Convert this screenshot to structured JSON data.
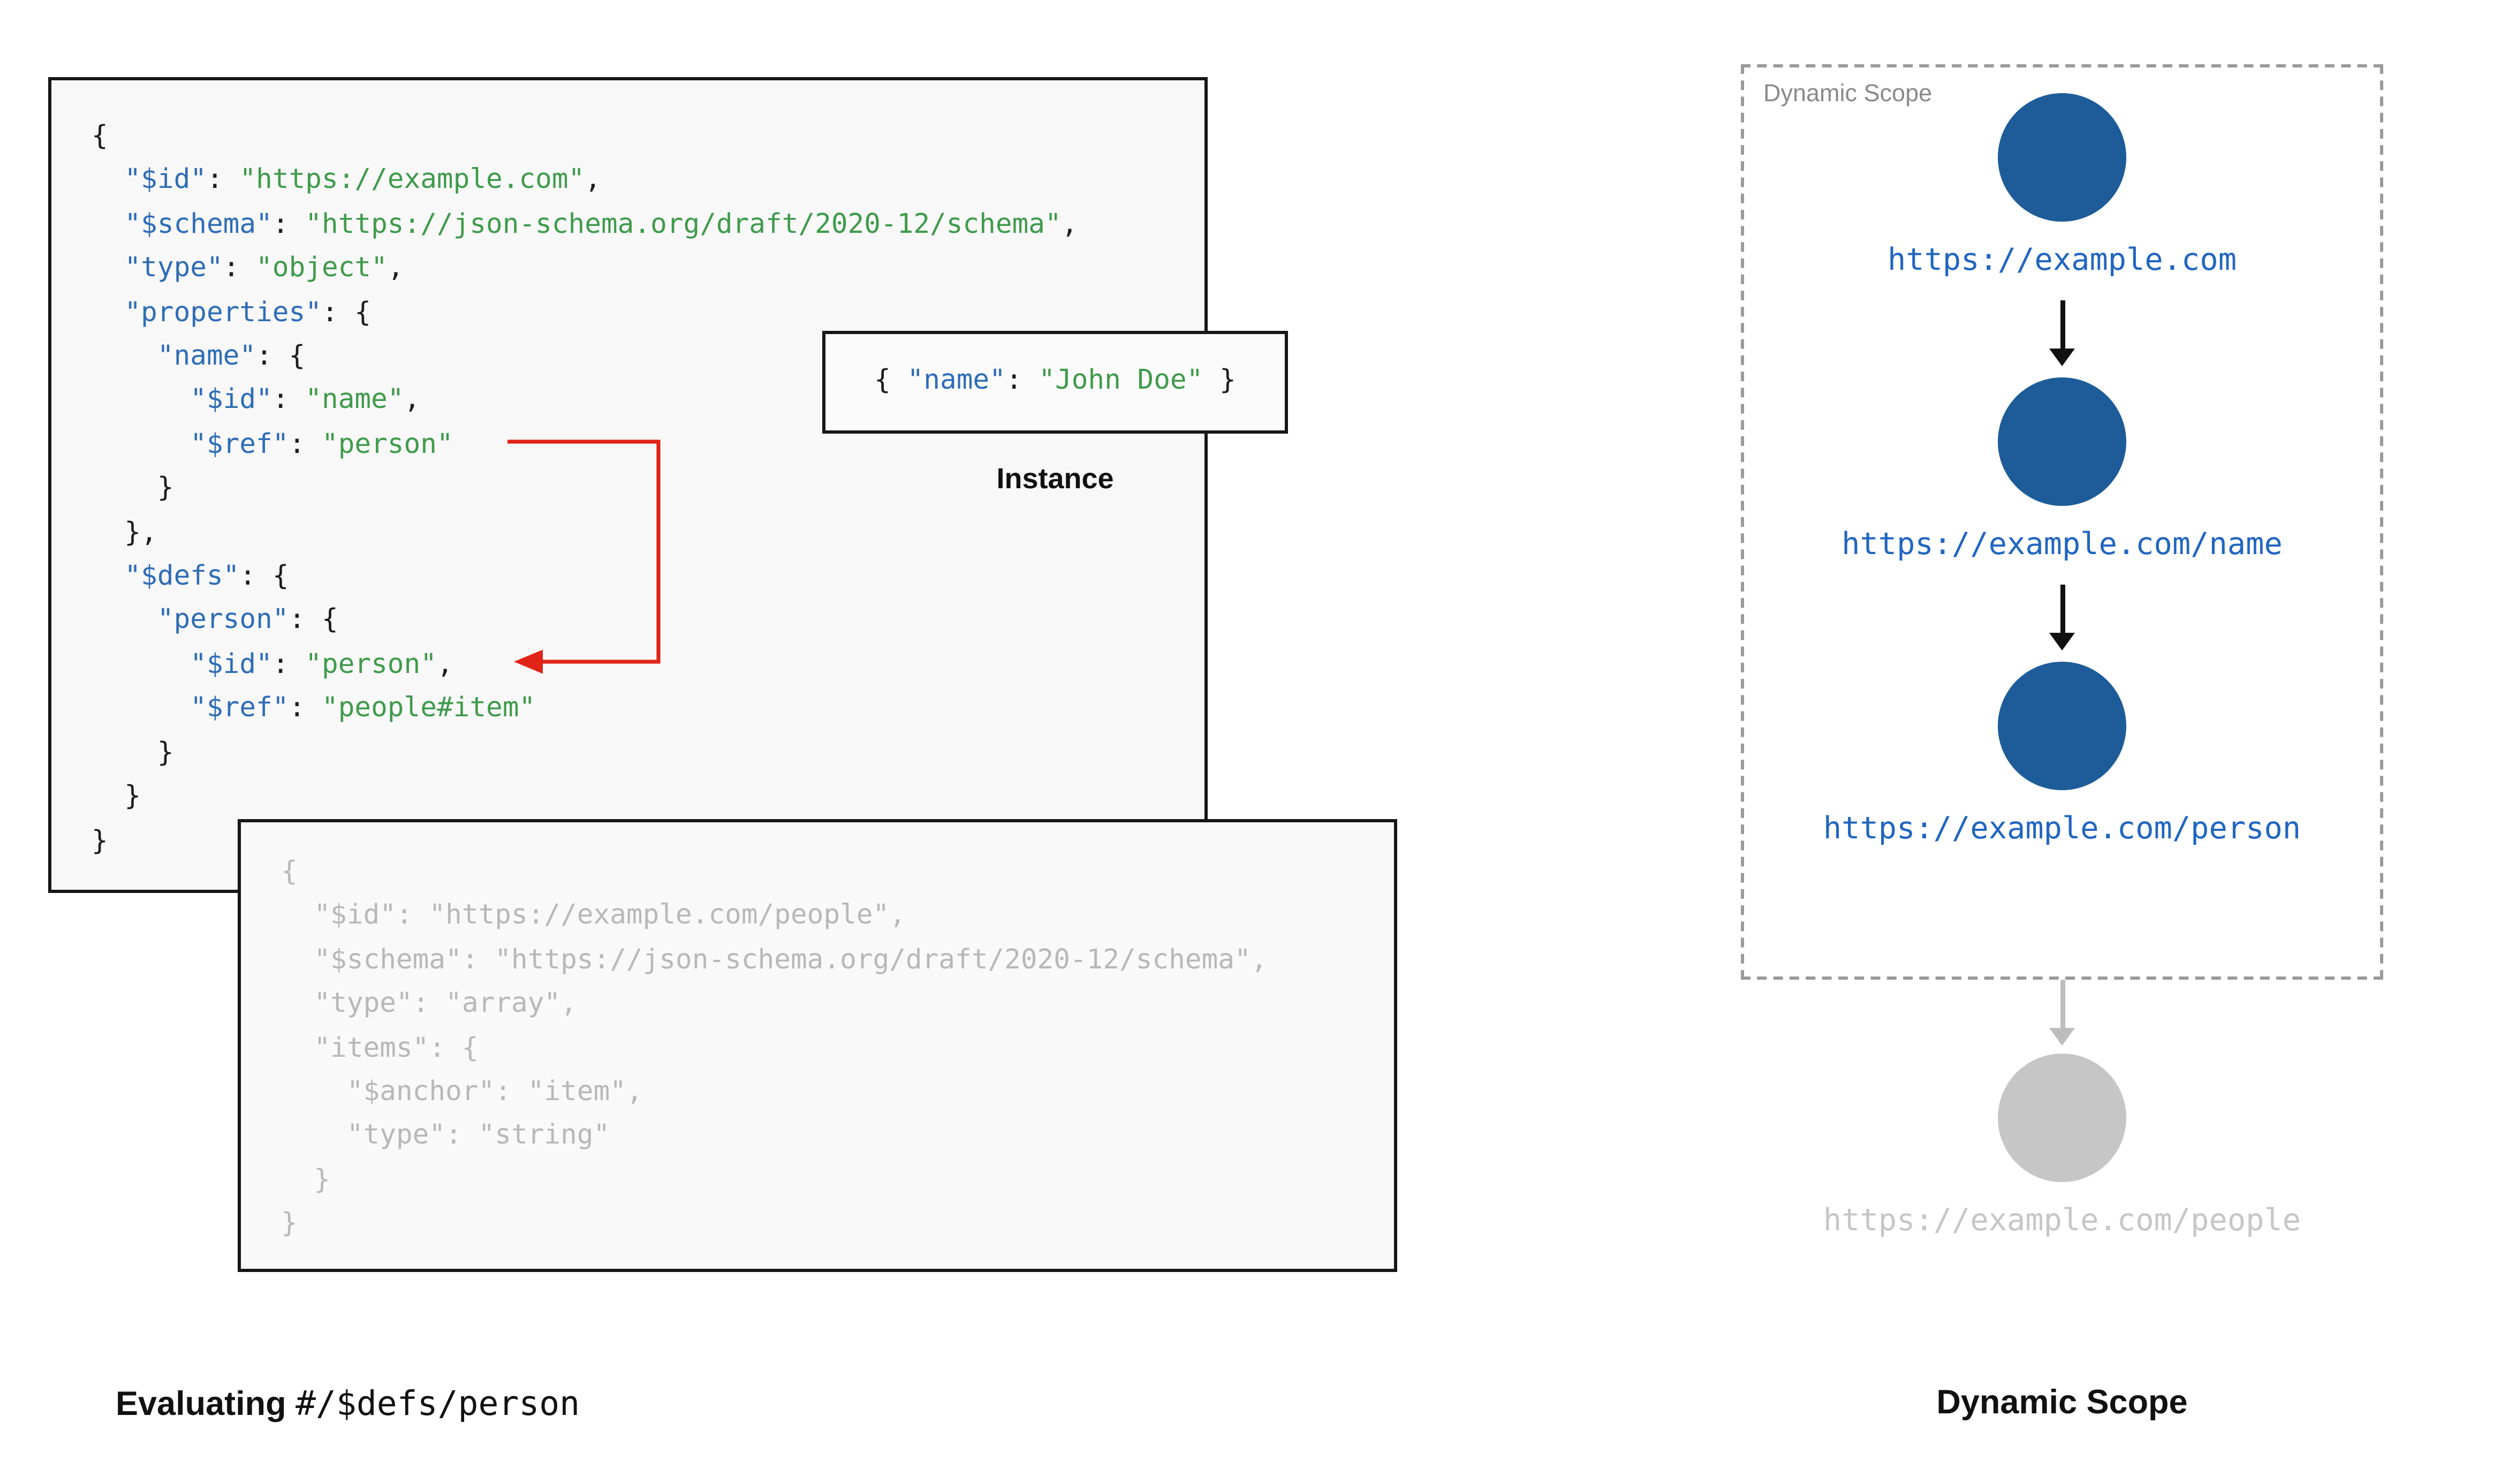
{
  "captions": {
    "left_bold": "Evaluating ",
    "left_code": "#/$defs/person",
    "right": "Dynamic Scope"
  },
  "instance": {
    "label": "Instance",
    "tokens": [
      {
        "c": "p",
        "t": "{ "
      },
      {
        "c": "k",
        "t": "\"name\""
      },
      {
        "c": "p",
        "t": ": "
      },
      {
        "c": "s",
        "t": "\"John Doe\""
      },
      {
        "c": "p",
        "t": " }"
      }
    ]
  },
  "main_schema": {
    "lines": [
      [
        {
          "c": "p",
          "t": "{"
        }
      ],
      [
        {
          "c": "p",
          "t": "  "
        },
        {
          "c": "k",
          "t": "\"$id\""
        },
        {
          "c": "p",
          "t": ": "
        },
        {
          "c": "s",
          "t": "\"https://example.com\""
        },
        {
          "c": "p",
          "t": ","
        }
      ],
      [
        {
          "c": "p",
          "t": "  "
        },
        {
          "c": "k",
          "t": "\"$schema\""
        },
        {
          "c": "p",
          "t": ": "
        },
        {
          "c": "s",
          "t": "\"https://json-schema.org/draft/2020-12/schema\""
        },
        {
          "c": "p",
          "t": ","
        }
      ],
      [
        {
          "c": "p",
          "t": "  "
        },
        {
          "c": "k",
          "t": "\"type\""
        },
        {
          "c": "p",
          "t": ": "
        },
        {
          "c": "s",
          "t": "\"object\""
        },
        {
          "c": "p",
          "t": ","
        }
      ],
      [
        {
          "c": "p",
          "t": "  "
        },
        {
          "c": "k",
          "t": "\"properties\""
        },
        {
          "c": "p",
          "t": ": {"
        }
      ],
      [
        {
          "c": "p",
          "t": "    "
        },
        {
          "c": "k",
          "t": "\"name\""
        },
        {
          "c": "p",
          "t": ": {"
        }
      ],
      [
        {
          "c": "p",
          "t": "      "
        },
        {
          "c": "k",
          "t": "\"$id\""
        },
        {
          "c": "p",
          "t": ": "
        },
        {
          "c": "s",
          "t": "\"name\""
        },
        {
          "c": "p",
          "t": ","
        }
      ],
      [
        {
          "c": "p",
          "t": "      "
        },
        {
          "c": "k",
          "t": "\"$ref\""
        },
        {
          "c": "p",
          "t": ": "
        },
        {
          "c": "s",
          "t": "\"person\""
        }
      ],
      [
        {
          "c": "p",
          "t": "    }"
        }
      ],
      [
        {
          "c": "p",
          "t": "  },"
        }
      ],
      [
        {
          "c": "p",
          "t": "  "
        },
        {
          "c": "k",
          "t": "\"$defs\""
        },
        {
          "c": "p",
          "t": ": {"
        }
      ],
      [
        {
          "c": "p",
          "t": "    "
        },
        {
          "c": "k",
          "t": "\"person\""
        },
        {
          "c": "p",
          "t": ": {"
        }
      ],
      [
        {
          "c": "p",
          "t": "      "
        },
        {
          "c": "k",
          "t": "\"$id\""
        },
        {
          "c": "p",
          "t": ": "
        },
        {
          "c": "s",
          "t": "\"person\""
        },
        {
          "c": "p",
          "t": ","
        }
      ],
      [
        {
          "c": "p",
          "t": "      "
        },
        {
          "c": "k",
          "t": "\"$ref\""
        },
        {
          "c": "p",
          "t": ": "
        },
        {
          "c": "s",
          "t": "\"people#item\""
        }
      ],
      [
        {
          "c": "p",
          "t": "    }"
        }
      ],
      [
        {
          "c": "p",
          "t": "  }"
        }
      ],
      [
        {
          "c": "p",
          "t": "}"
        }
      ]
    ]
  },
  "people_schema": {
    "lines": [
      [
        {
          "c": "p",
          "t": "{"
        }
      ],
      [
        {
          "c": "p",
          "t": "  "
        },
        {
          "c": "k",
          "t": "\"$id\""
        },
        {
          "c": "p",
          "t": ": "
        },
        {
          "c": "s",
          "t": "\"https://example.com/people\""
        },
        {
          "c": "p",
          "t": ","
        }
      ],
      [
        {
          "c": "p",
          "t": "  "
        },
        {
          "c": "k",
          "t": "\"$schema\""
        },
        {
          "c": "p",
          "t": ": "
        },
        {
          "c": "s",
          "t": "\"https://json-schema.org/draft/2020-12/schema\""
        },
        {
          "c": "p",
          "t": ","
        }
      ],
      [
        {
          "c": "p",
          "t": "  "
        },
        {
          "c": "k",
          "t": "\"type\""
        },
        {
          "c": "p",
          "t": ": "
        },
        {
          "c": "s",
          "t": "\"array\""
        },
        {
          "c": "p",
          "t": ","
        }
      ],
      [
        {
          "c": "p",
          "t": "  "
        },
        {
          "c": "k",
          "t": "\"items\""
        },
        {
          "c": "p",
          "t": ": {"
        }
      ],
      [
        {
          "c": "p",
          "t": "    "
        },
        {
          "c": "k",
          "t": "\"$anchor\""
        },
        {
          "c": "p",
          "t": ": "
        },
        {
          "c": "s",
          "t": "\"item\""
        },
        {
          "c": "p",
          "t": ","
        }
      ],
      [
        {
          "c": "p",
          "t": "    "
        },
        {
          "c": "k",
          "t": "\"type\""
        },
        {
          "c": "p",
          "t": ": "
        },
        {
          "c": "s",
          "t": "\"string\""
        }
      ],
      [
        {
          "c": "p",
          "t": "  }"
        }
      ],
      [
        {
          "c": "p",
          "t": "}"
        }
      ]
    ]
  },
  "scope": {
    "title": "Dynamic Scope",
    "nodes": [
      {
        "label": "https://example.com",
        "state": "active"
      },
      {
        "label": "https://example.com/name",
        "state": "active"
      },
      {
        "label": "https://example.com/person",
        "state": "active"
      },
      {
        "label": "https://example.com/people",
        "state": "inactive"
      }
    ]
  },
  "colors": {
    "key": "#2e6db6",
    "string": "#3f9b4b",
    "punct": "#1c1c1c",
    "node_blue": "#1d5c99",
    "label_blue": "#2166c0",
    "muted_gray": "#c6c6c6",
    "ref_arrow_red": "#e02417"
  }
}
